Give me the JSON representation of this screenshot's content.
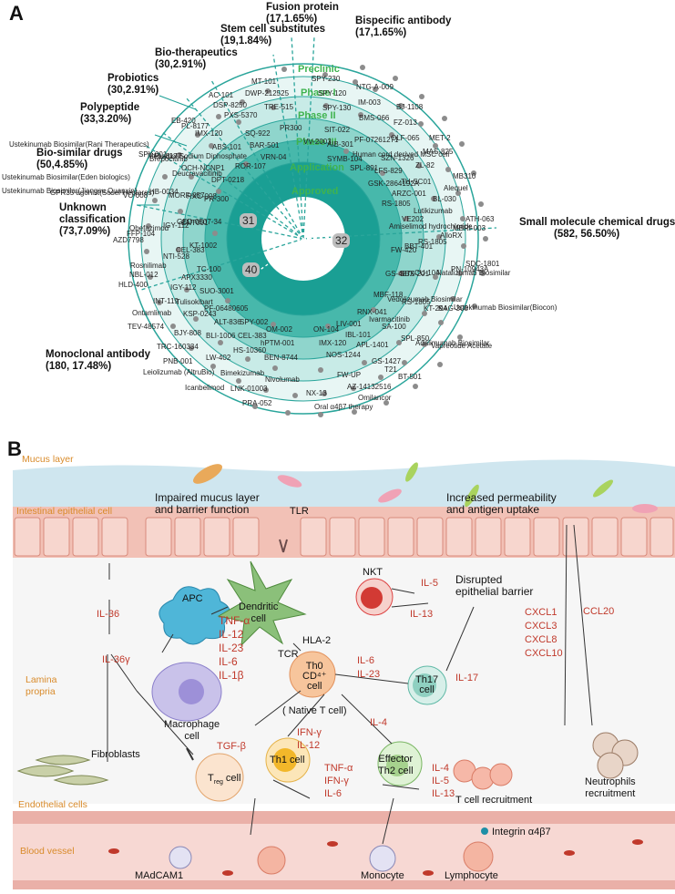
{
  "panel_a": {
    "letter": "A",
    "categories": [
      {
        "label": "Fusion protein",
        "value": "(17,1.65%)"
      },
      {
        "label": "Bispecific antibody",
        "value": "(17,1.65%)"
      },
      {
        "label": "Stem cell substitutes",
        "value": "(19,1.84%)"
      },
      {
        "label": "Bio-therapeutics",
        "value": "(30,2.91%)"
      },
      {
        "label": "Probiotics",
        "value": "(30,2.91%)"
      },
      {
        "label": "Polypeptide",
        "value": "(33,3.20%)"
      },
      {
        "label": "Bio-similar drugs",
        "value": "(50,4.85%)"
      },
      {
        "label": "Unknown",
        "value": "classification"
      },
      {
        "label": "(73,7.09%)",
        "value": ""
      },
      {
        "label": "Small molecule chemical drugs",
        "value": "(582, 56.50%)"
      },
      {
        "label": "Monoclonal antibody",
        "value": "(180, 17.48%)"
      }
    ],
    "rings": [
      "Preclinic",
      "Phase I",
      "Phase II",
      "Phase III",
      "Application",
      "Approved"
    ],
    "counts": [
      "31",
      "32",
      "40"
    ],
    "items_left": [
      "Ustekinumab Biosimilar(Rani Therapeutics)",
      "Ustekinumab Biosimilar(Eden biologics)",
      "Ustekinumab Biosimilar(Jiangsu Quanxin)"
    ],
    "items": [
      "SPY-230",
      "SPY-120",
      "SPY-130",
      "SIT-022",
      "AIB-301",
      "SYMB-104",
      "NTG-A-009",
      "IM-003",
      "BMS-066",
      "PF-07261271",
      "Human cord derived MSC cell",
      "SPL-891",
      "BJ-1108",
      "FZ-013",
      "OLF-065",
      "SZN-1326",
      "LFS-829",
      "GSK-2864192A",
      "MET-2",
      "MAS-825",
      "ZL-82",
      "TH-SC01",
      "ARZC-001",
      "RS-1805",
      "MB310",
      "Alequel",
      "BL-030",
      "Lutikizumab",
      "VE202",
      "Amiselimod hydrochloride",
      "ATH-063",
      "MBRI-003",
      "AlloRX",
      "RS-1805",
      "BBT-401",
      "FW-420",
      "SDC-1801",
      "PN-10943A",
      "Natalizumab Biosimilar",
      "CU-104",
      "SBX-201",
      "GS-4875",
      "Ustekinumab Biosimilar(Biocon)",
      "KAG-308",
      "KT-294",
      "RS-1805",
      "Vedolizumab Biosimilar",
      "MBF-118",
      "Vapreotide Acetate",
      "Adalimumab Biosimilar",
      "SPL-850",
      "SA-100",
      "Ivarmacitinib",
      "RNX-041",
      "BT-501",
      "T21",
      "GS-1427",
      "APL-1401",
      "IBL-101",
      "LIV-001",
      "Omilancor",
      "AZ-14132516",
      "FW-UP",
      "NOS-1244",
      "IMX-120",
      "ON-104",
      "Oral α4β7 therapy",
      "NX-13",
      "Nivolumab",
      "BEN-8744",
      "hPTM-001",
      "OM-002",
      "PRA-052",
      "LNK-01003",
      "Bimekizumab",
      "HS-10360",
      "CEL-383",
      "SPY-002",
      "Icanbelimod",
      "Leiolizumab (AltruBio)",
      "LW-402",
      "BLI-1006",
      "ALT-836",
      "PF-06480605",
      "PNB-001",
      "TRC-160334",
      "BJY-808",
      "KSP-0243",
      "Tulisokibart",
      "SUO-3001",
      "TEV-48574",
      "Ontamlimab",
      "INT-119",
      "IGY-112",
      "APX3330",
      "TC-100",
      "HLD-400",
      "NBL-012",
      "Rosnilimab",
      "NTI-528",
      "CEL-383",
      "KT-1002",
      "AZD7798",
      "FFP-104",
      "Obefazimod",
      "IGY-112",
      "ENT001",
      "GED-0507-34",
      "VC-008",
      "GPR35 agonist(Sosei Heptares)",
      "HB-0034",
      "MORF-057",
      "RXC-008",
      "PR-300",
      "SPY-001",
      "PL-8177",
      "Brepocitinib",
      "OCH-NCNP1",
      "Deucravacitinib",
      "DPT-0218",
      "EB-420",
      "PL-8177",
      "IMX-120",
      "ABS-101",
      "Menadiol Sodium Diphosphate",
      "ROR-107",
      "AC-101",
      "DSP-8250",
      "PXS-5370",
      "SQ-922",
      "BAR-501",
      "VRN-04",
      "MT-101",
      "DWP-212525",
      "TRE-515",
      "PR300",
      "VV-2003"
    ]
  },
  "panel_b": {
    "letter": "B",
    "layers": [
      "Mucus layer",
      "Intestinal epithelial cell",
      "Lamina propria",
      "Endothelial cells",
      "Blood vessel"
    ],
    "texts": {
      "impaired": "Impaired mucus layer\nand barrier function",
      "tlr": "TLR",
      "increased": "Increased permeability\nand antigen uptake",
      "disrupted": "Disrupted\nepithelial barrier",
      "apc": "APC",
      "dendritic": "Dendritic\ncell",
      "nkt": "NKT",
      "hla": "HLA-2",
      "tcr": "TCR",
      "th0a": "Th0",
      "th0b": "CD⁴⁺",
      "th0c": "cell",
      "native": "( Native T cell)",
      "macrophage": "Macrophage\ncell",
      "th17a": "Th17",
      "th17b": "cell",
      "fibroblasts": "Fibroblasts",
      "treg": "T",
      "treg_sub": "reg",
      "treg_cell": " cell",
      "th1": "Th1 cell",
      "effector": "Effector\nTh2 cell",
      "tcell_recruit": "T cell recruitment",
      "neutrophils": "Neutrophils\nrecruitment",
      "madcam": "MAdCAM1",
      "monocyte": "Monocyte",
      "lymphocyte": "Lymphocyte",
      "integrin": "Integrin α4β7"
    },
    "cytokines": {
      "il36": "IL-36",
      "il36g": "IL-36γ",
      "apc_list": "TNF-α\nIL-12\nIL-23\nIL-6\nIL-1β",
      "il5": "IL-5",
      "il13": "IL-13",
      "il6_23": "IL-6\nIL-23",
      "il17": "IL-17",
      "il4": "IL-4",
      "tgfb": "TGF-β",
      "ifng_12": "IFN-γ\nIL-12",
      "th1_out": "TNF-α\nIFN-γ\nIL-6",
      "th2_out": "IL-4\nIL-5\nIL-13",
      "cxcl": "CXCL1\nCXCL3\nCXCL8\nCXCL10",
      "ccl20": "CCL20"
    },
    "colors": {
      "mucus": "#cfe6ef",
      "epithelial": "#f4c4ba",
      "lamina": "#f6f6f6",
      "vessel": "#f3c9c4",
      "cytokine": "#c0392b",
      "layer_label": "#d98b2b"
    }
  }
}
